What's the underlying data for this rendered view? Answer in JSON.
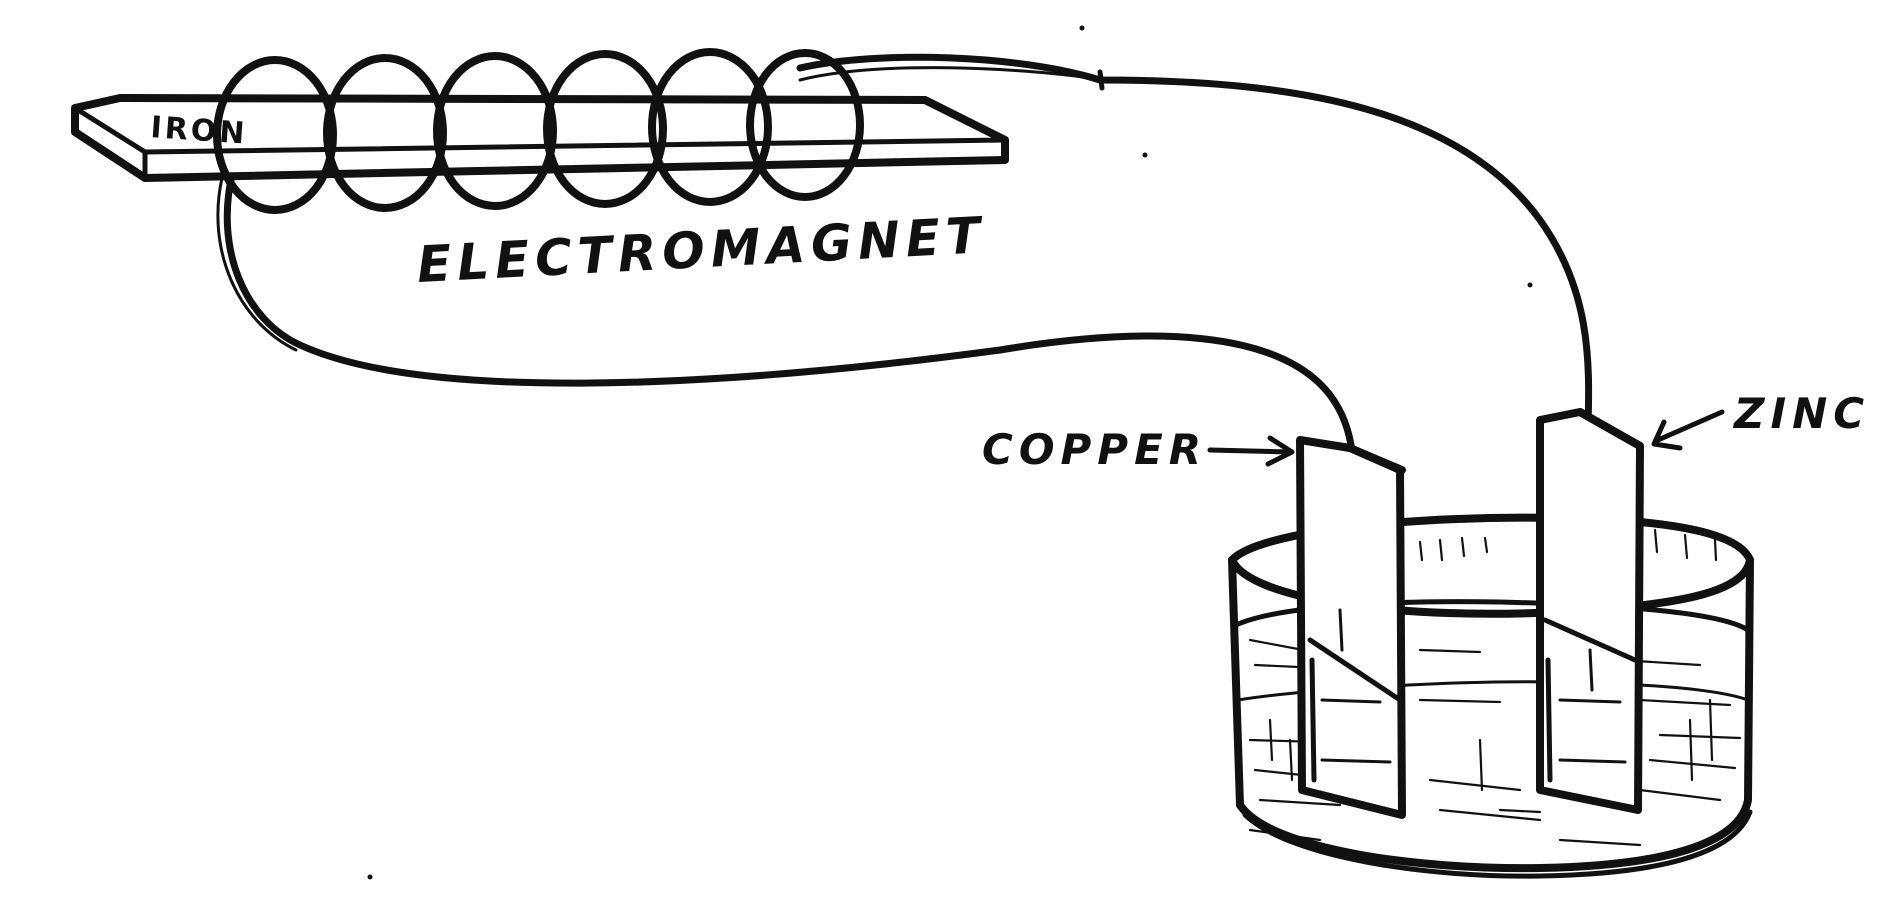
{
  "labels": {
    "iron": "IRON",
    "electromagnet": "ELECTROMAGNET",
    "copper": "COPPER",
    "zinc": "ZINC"
  },
  "colors": {
    "ink": "#111111",
    "background": "#ffffff"
  }
}
